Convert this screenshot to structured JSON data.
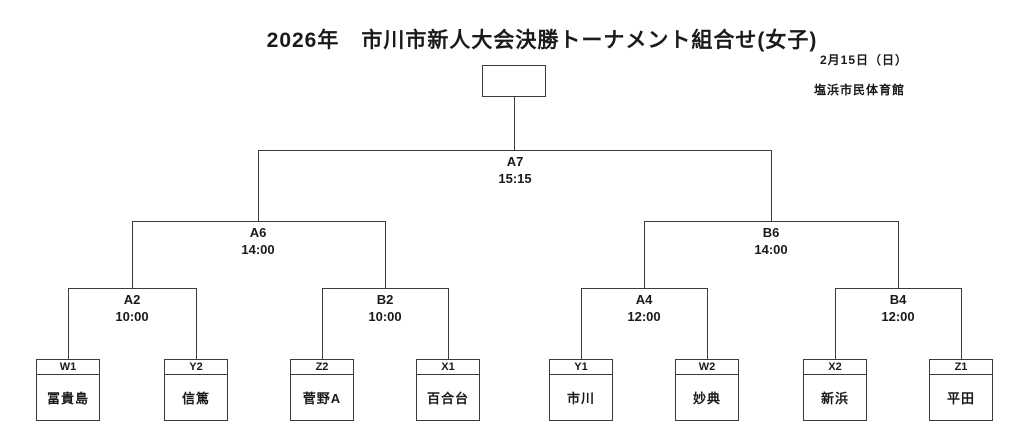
{
  "header": {
    "title": "2026年　市川市新人大会決勝トーナメント組合せ(女子)",
    "date": "2月15日（日）",
    "venue": "塩浜市民体育館"
  },
  "bracket": {
    "final": {
      "id": "A7",
      "time": "15:15"
    },
    "semifinals": [
      {
        "id": "A6",
        "time": "14:00"
      },
      {
        "id": "B6",
        "time": "14:00"
      }
    ],
    "quarterfinals": [
      {
        "id": "A2",
        "time": "10:00"
      },
      {
        "id": "B2",
        "time": "10:00"
      },
      {
        "id": "A4",
        "time": "12:00"
      },
      {
        "id": "B4",
        "time": "12:00"
      }
    ],
    "teams": [
      {
        "seed": "W1",
        "name": "冨貴島"
      },
      {
        "seed": "Y2",
        "name": "信篤"
      },
      {
        "seed": "Z2",
        "name": "菅野A"
      },
      {
        "seed": "X1",
        "name": "百合台"
      },
      {
        "seed": "Y1",
        "name": "市川"
      },
      {
        "seed": "W2",
        "name": "妙典"
      },
      {
        "seed": "X2",
        "name": "新浜"
      },
      {
        "seed": "Z1",
        "name": "平田"
      }
    ]
  }
}
